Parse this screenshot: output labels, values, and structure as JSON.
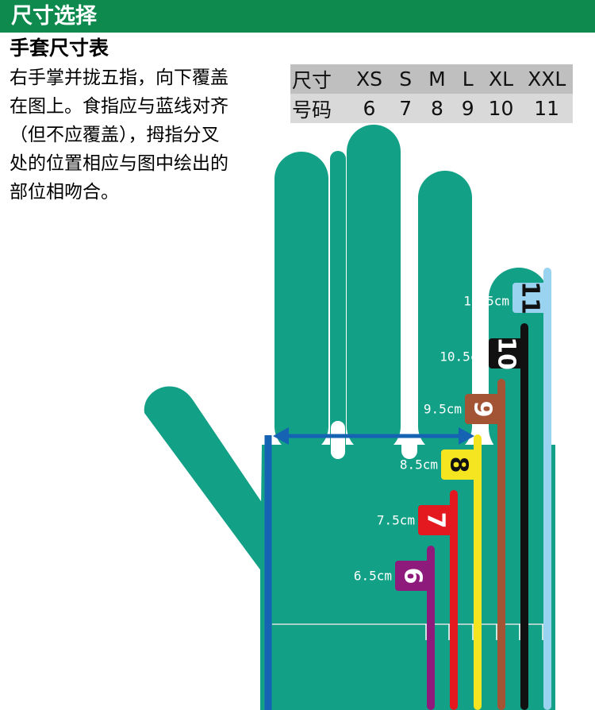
{
  "header": {
    "title": "尺寸选择"
  },
  "subtitle": "手套尺寸表",
  "instructions": [
    "右手掌并拢五指，向下覆盖",
    "在图上。食指应与蓝线对齐",
    "（但不应覆盖），拇指分叉",
    "处的位置相应与图中绘出的",
    "部位相吻合。"
  ],
  "size_table": {
    "row1_header": "尺寸",
    "row2_header": "号码",
    "sizes": [
      "XS",
      "S",
      "M",
      "L",
      "XL",
      "XXL"
    ],
    "numbers": [
      "6",
      "7",
      "8",
      "9",
      "10",
      "11"
    ]
  },
  "measures": [
    {
      "size": "6",
      "length": "6.5cm",
      "color": "#8e1a7c"
    },
    {
      "size": "7",
      "length": "7.5cm",
      "color": "#e4191f"
    },
    {
      "size": "8",
      "length": "8.5cm",
      "color": "#f5e520"
    },
    {
      "size": "9",
      "length": "9.5cm",
      "color": "#a35434"
    },
    {
      "size": "10",
      "length": "10.5cm",
      "color": "#111111"
    },
    {
      "size": "11",
      "length": "11.5cm",
      "color": "#9ad3f0"
    }
  ],
  "colors": {
    "header": "#0e8a4e",
    "glove": "#12a086",
    "guide_line": "#1763b3"
  }
}
